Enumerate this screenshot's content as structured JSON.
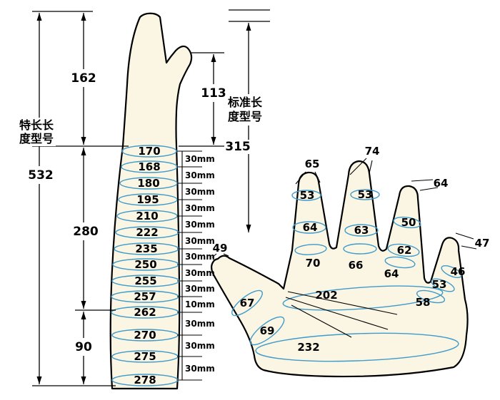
{
  "colors": {
    "skin": "#fbf5e3",
    "outline": "#000000",
    "circumference_ellipse": "#3e9bcb",
    "text": "#000000",
    "background": "#ffffff"
  },
  "left_figure": {
    "labels": {
      "extra_long_line1": "特长长",
      "extra_long_line2": "度型号",
      "standard_line1": "标准长",
      "standard_line2": "度型号"
    },
    "dimensions": {
      "total": "532",
      "upper": "162",
      "middle": "280",
      "lower": "90",
      "thumb_to_wrist": "113",
      "standard_total": "315"
    },
    "circumferences": [
      "170",
      "168",
      "180",
      "195",
      "210",
      "222",
      "235",
      "250",
      "255",
      "257",
      "262",
      "270",
      "275",
      "278"
    ],
    "spacings": [
      "30mm",
      "30mm",
      "30mm",
      "30mm",
      "30mm",
      "30mm",
      "30mm",
      "30mm",
      "30mm",
      "10mm",
      "30mm",
      "30mm",
      "30mm"
    ]
  },
  "right_figure": {
    "fingertips": {
      "thumb": "49",
      "index": "65",
      "middle": "74",
      "ring": "64",
      "little": "47"
    },
    "finger_circumferences": {
      "index_upper": "53",
      "index_lower": "64",
      "middle_upper": "53",
      "middle_lower": "63",
      "ring_upper": "50",
      "ring_lower": "62",
      "little_upper": "46",
      "little_lower": "53",
      "thumb_upper": "67",
      "thumb_lower": "69"
    },
    "knuckles": {
      "index": "70",
      "middle": "66",
      "ring": "64",
      "little": "58"
    },
    "palm": {
      "upper": "202",
      "lower": "232"
    }
  }
}
